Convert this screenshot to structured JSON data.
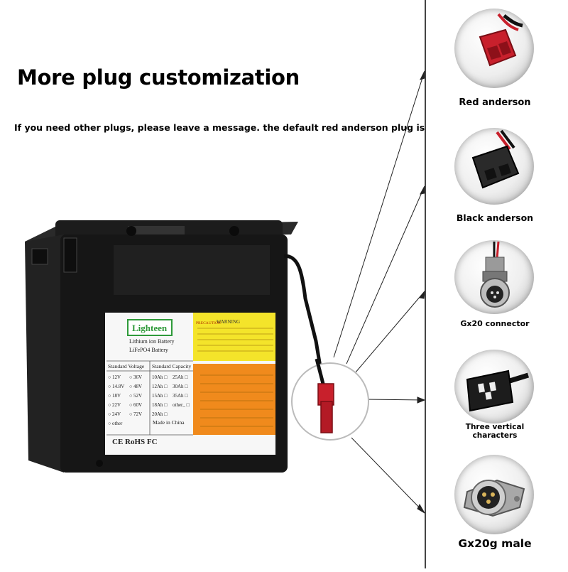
{
  "header": {
    "title": "More plug customization",
    "subtitle": "If you need other plugs, please leave a message. the default red anderson plug is"
  },
  "battery_label": {
    "brand": "Lighteen",
    "option_1": "Lithium ion Battery",
    "option_2": "LiFePO4 Battery",
    "voltage_header": "Standard Voltage",
    "capacity_header": "Standard Capacity",
    "voltages": [
      "12V",
      "36V",
      "14.8V",
      "48V",
      "18V",
      "52V",
      "22V",
      "60V",
      "24V",
      "72V",
      "other"
    ],
    "capacities": [
      "10Ah",
      "25Ah",
      "12Ah",
      "30Ah",
      "15Ah",
      "35Ah",
      "18Ah",
      "other_",
      "20Ah"
    ],
    "made_in": "Made in China",
    "cert_marks": "CE RoHS FC",
    "warning_title": "WARNING",
    "precaution_title": "PRECAUTION"
  },
  "plugs": [
    {
      "label": "Red anderson",
      "icon": "red-anderson-plug-icon"
    },
    {
      "label": "Black anderson",
      "icon": "black-anderson-plug-icon"
    },
    {
      "label": "Gx20 connector",
      "icon": "gx20-connector-icon"
    },
    {
      "label": "Three vertical characters",
      "icon": "three-pin-plug-icon"
    },
    {
      "label": "Gx20g male",
      "icon": "gx20g-male-icon"
    }
  ],
  "colors": {
    "anderson_red": "#c8202c",
    "battery_black": "#1a1a1a",
    "warning_yellow": "#f4e42a",
    "precaution_orange": "#f08a1c"
  }
}
